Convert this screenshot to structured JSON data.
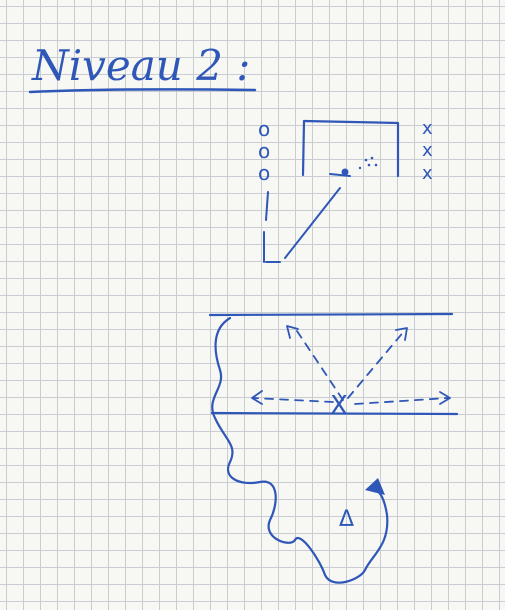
{
  "page": {
    "title": "Niveau 2 :",
    "paper": "grid",
    "ink_color": "#2f57b8"
  },
  "drawing_1": {
    "left_markers": [
      "o",
      "o",
      "o"
    ],
    "right_markers": [
      "x",
      "x",
      "x"
    ]
  },
  "drawing_2": {
    "marker": "X",
    "triangle_label": "Δ"
  }
}
